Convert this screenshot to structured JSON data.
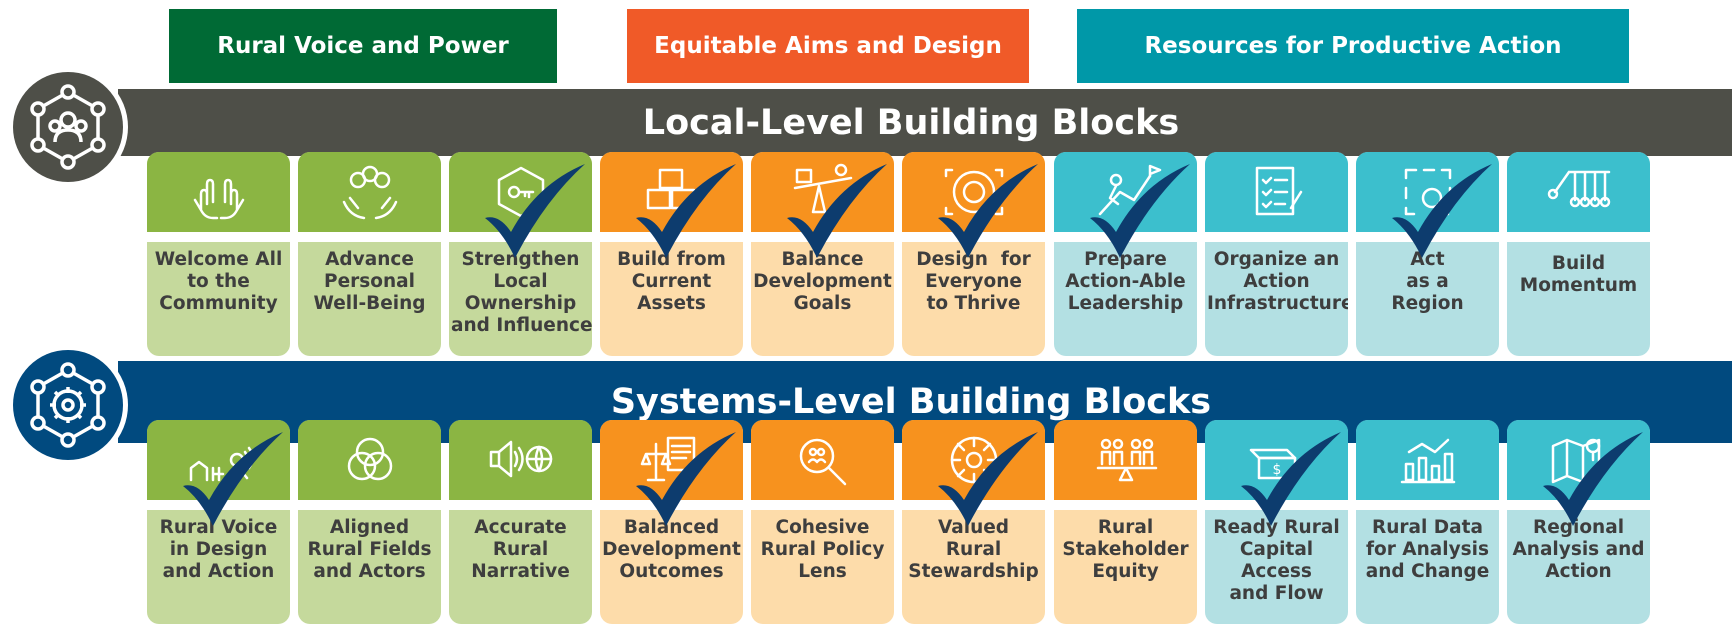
{
  "headers": [
    {
      "label": "Rural Voice and Power",
      "color": "#006a35"
    },
    {
      "label": "Equitable Aims and Design",
      "color": "#f05a28"
    },
    {
      "label": "Resources for Productive Action",
      "color": "#0098a8"
    }
  ],
  "local": {
    "title": "Local-Level Building Blocks",
    "band_color": "#4e4f48",
    "icon": "community-network-icon",
    "blocks": [
      {
        "label": "Welcome All to the Community",
        "lines": [
          "Welcome All",
          "to the",
          "Community"
        ],
        "theme": "green",
        "icon": "raised-hands-icon",
        "checked": false
      },
      {
        "label": "Advance Personal Well-Being",
        "lines": [
          "Advance",
          "Personal",
          "Well-Being"
        ],
        "theme": "green",
        "icon": "hands-coins-icon",
        "checked": false
      },
      {
        "label": "Strengthen Local Ownership and Influence",
        "lines": [
          "Strengthen",
          "Local",
          "Ownership",
          "and Influence"
        ],
        "theme": "green",
        "icon": "key-house-icon",
        "checked": true
      },
      {
        "label": "Build from Current Assets",
        "lines": [
          "Build from",
          "Current",
          "Assets"
        ],
        "theme": "orange",
        "icon": "stacked-cubes-icon",
        "checked": true
      },
      {
        "label": "Balance Development Goals",
        "lines": [
          "Balance",
          "Development",
          "Goals"
        ],
        "theme": "orange",
        "icon": "seesaw-icon",
        "checked": true
      },
      {
        "label": "Design for Everyone to Thrive",
        "lines": [
          "Design  for",
          "Everyone",
          "to Thrive"
        ],
        "theme": "orange",
        "icon": "target-people-icon",
        "checked": true
      },
      {
        "label": "Prepare Action-Able Leadership",
        "lines": [
          "Prepare",
          "Action-Able",
          "Leadership"
        ],
        "theme": "teal",
        "icon": "climber-flag-icon",
        "checked": true
      },
      {
        "label": "Organize an Action Infrastructure",
        "lines": [
          "Organize an",
          "Action",
          "Infrastructure"
        ],
        "theme": "teal",
        "icon": "checklist-icon",
        "checked": false
      },
      {
        "label": "Act as a Region",
        "lines": [
          "Act",
          "as a",
          "Region"
        ],
        "theme": "teal",
        "icon": "region-frame-icon",
        "checked": true
      },
      {
        "label": "Build Momentum",
        "lines": [
          "Build",
          "Momentum"
        ],
        "theme": "teal",
        "icon": "newtons-cradle-icon",
        "checked": false
      }
    ]
  },
  "systems": {
    "title": "Systems-Level Building Blocks",
    "band_color": "#014a7f",
    "icon": "gear-network-icon",
    "blocks": [
      {
        "label": "Rural Voice in Design and Action",
        "lines": [
          "Rural Voice",
          "in Design",
          "and Action"
        ],
        "theme": "green",
        "icon": "rural-voice-icon",
        "checked": true
      },
      {
        "label": "Aligned Rural Fields and Actors",
        "lines": [
          "Aligned",
          "Rural Fields",
          "and Actors"
        ],
        "theme": "green",
        "icon": "venn-diagram-icon",
        "checked": false
      },
      {
        "label": "Accurate Rural Narrative",
        "lines": [
          "Accurate",
          "Rural",
          "Narrative"
        ],
        "theme": "green",
        "icon": "speaker-globe-icon",
        "checked": false
      },
      {
        "label": "Balanced Development Outcomes",
        "lines": [
          "Balanced",
          "Development",
          "Outcomes"
        ],
        "theme": "orange",
        "icon": "scale-document-icon",
        "checked": true
      },
      {
        "label": "Cohesive Rural Policy Lens",
        "lines": [
          "Cohesive",
          "Rural Policy",
          "Lens"
        ],
        "theme": "orange",
        "icon": "magnifier-people-icon",
        "checked": false
      },
      {
        "label": "Valued Rural Stewardship",
        "lines": [
          "Valued",
          "Rural",
          "Stewardship"
        ],
        "theme": "orange",
        "icon": "sun-circle-icon",
        "checked": true
      },
      {
        "label": "Rural Stakeholder Equity",
        "lines": [
          "Rural",
          "Stakeholder",
          "Equity"
        ],
        "theme": "orange",
        "icon": "balanced-people-icon",
        "checked": false
      },
      {
        "label": "Ready Rural Capital Access and Flow",
        "lines": [
          "Ready Rural",
          "Capital",
          "Access",
          "and Flow"
        ],
        "theme": "teal",
        "icon": "cash-flow-icon",
        "checked": true
      },
      {
        "label": "Rural Data for Analysis and Change",
        "lines": [
          "Rural Data",
          "for Analysis",
          "and Change"
        ],
        "theme": "teal",
        "icon": "bar-line-chart-icon",
        "checked": false
      },
      {
        "label": "Regional Analysis and Action",
        "lines": [
          "Regional",
          "Analysis and",
          "Action"
        ],
        "theme": "teal",
        "icon": "map-pin-icon",
        "checked": true
      }
    ]
  },
  "themes": {
    "green": {
      "top": "#8bb543",
      "bottom": "#c5d99c"
    },
    "orange": {
      "top": "#f7921e",
      "bottom": "#fddcaa"
    },
    "teal": {
      "top": "#3cbfcd",
      "bottom": "#b3e0e3"
    }
  },
  "check_color": "#0d3c6e"
}
